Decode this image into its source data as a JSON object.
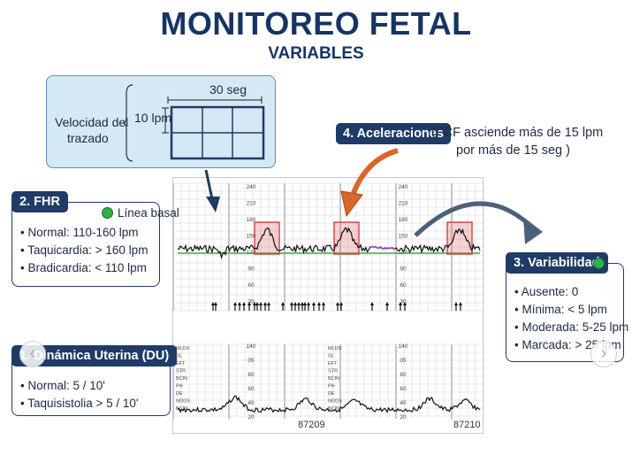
{
  "header": {
    "title": "MONITOREO FETAL",
    "subtitle": "VARIABLES"
  },
  "speed": {
    "label_line1": "Velocidad del",
    "label_line2": "trazado",
    "vertical": "10 lpm",
    "horizontal": "30 seg"
  },
  "fhr": {
    "header": "2. FHR",
    "extra": "Línea basal",
    "items": [
      "Normal: 110-160 lpm",
      "Taquicardia: > 160 lpm",
      "Bradicardia: < 110 lpm"
    ]
  },
  "du": {
    "header": "1. Dinámica Uterina (DU)",
    "items": [
      "Normal: 5 / 10'",
      "Taquisistolia > 5 / 10'"
    ]
  },
  "var": {
    "header": "3. Variabilidad",
    "items": [
      "Ausente: 0",
      "Mínima: < 5 lpm",
      "Moderada: 5-25 lpm",
      "Marcada: > 25 lpm"
    ]
  },
  "accel": {
    "header": "4. Aceleraciones",
    "note_line1": "(FCF asciende más de 15 lpm",
    "note_line2": "por más de 15 seg )"
  },
  "strip": {
    "fhr_ticks": [
      "240",
      "210",
      "180",
      "150",
      "120",
      "90",
      "60",
      "30"
    ],
    "uc_ticks": [
      "140",
      "05",
      "80",
      "60",
      "40",
      "20"
    ],
    "uc_labels": [
      "MLDS",
      "OL",
      "EFT",
      "STR",
      "BCIN",
      "PH",
      "DE",
      "NODS",
      "BCIN"
    ],
    "numbers": [
      "87209",
      "87210"
    ]
  },
  "nav": {
    "prev": "‹",
    "next": "›"
  },
  "colors": {
    "navy": "#1f3b66",
    "green_dot": "#2fb24a",
    "orange_arrow": "#d9672b",
    "accel_box": "#e05d5d",
    "baseline": "#3ca84a",
    "variability": "#9b3fb5"
  }
}
